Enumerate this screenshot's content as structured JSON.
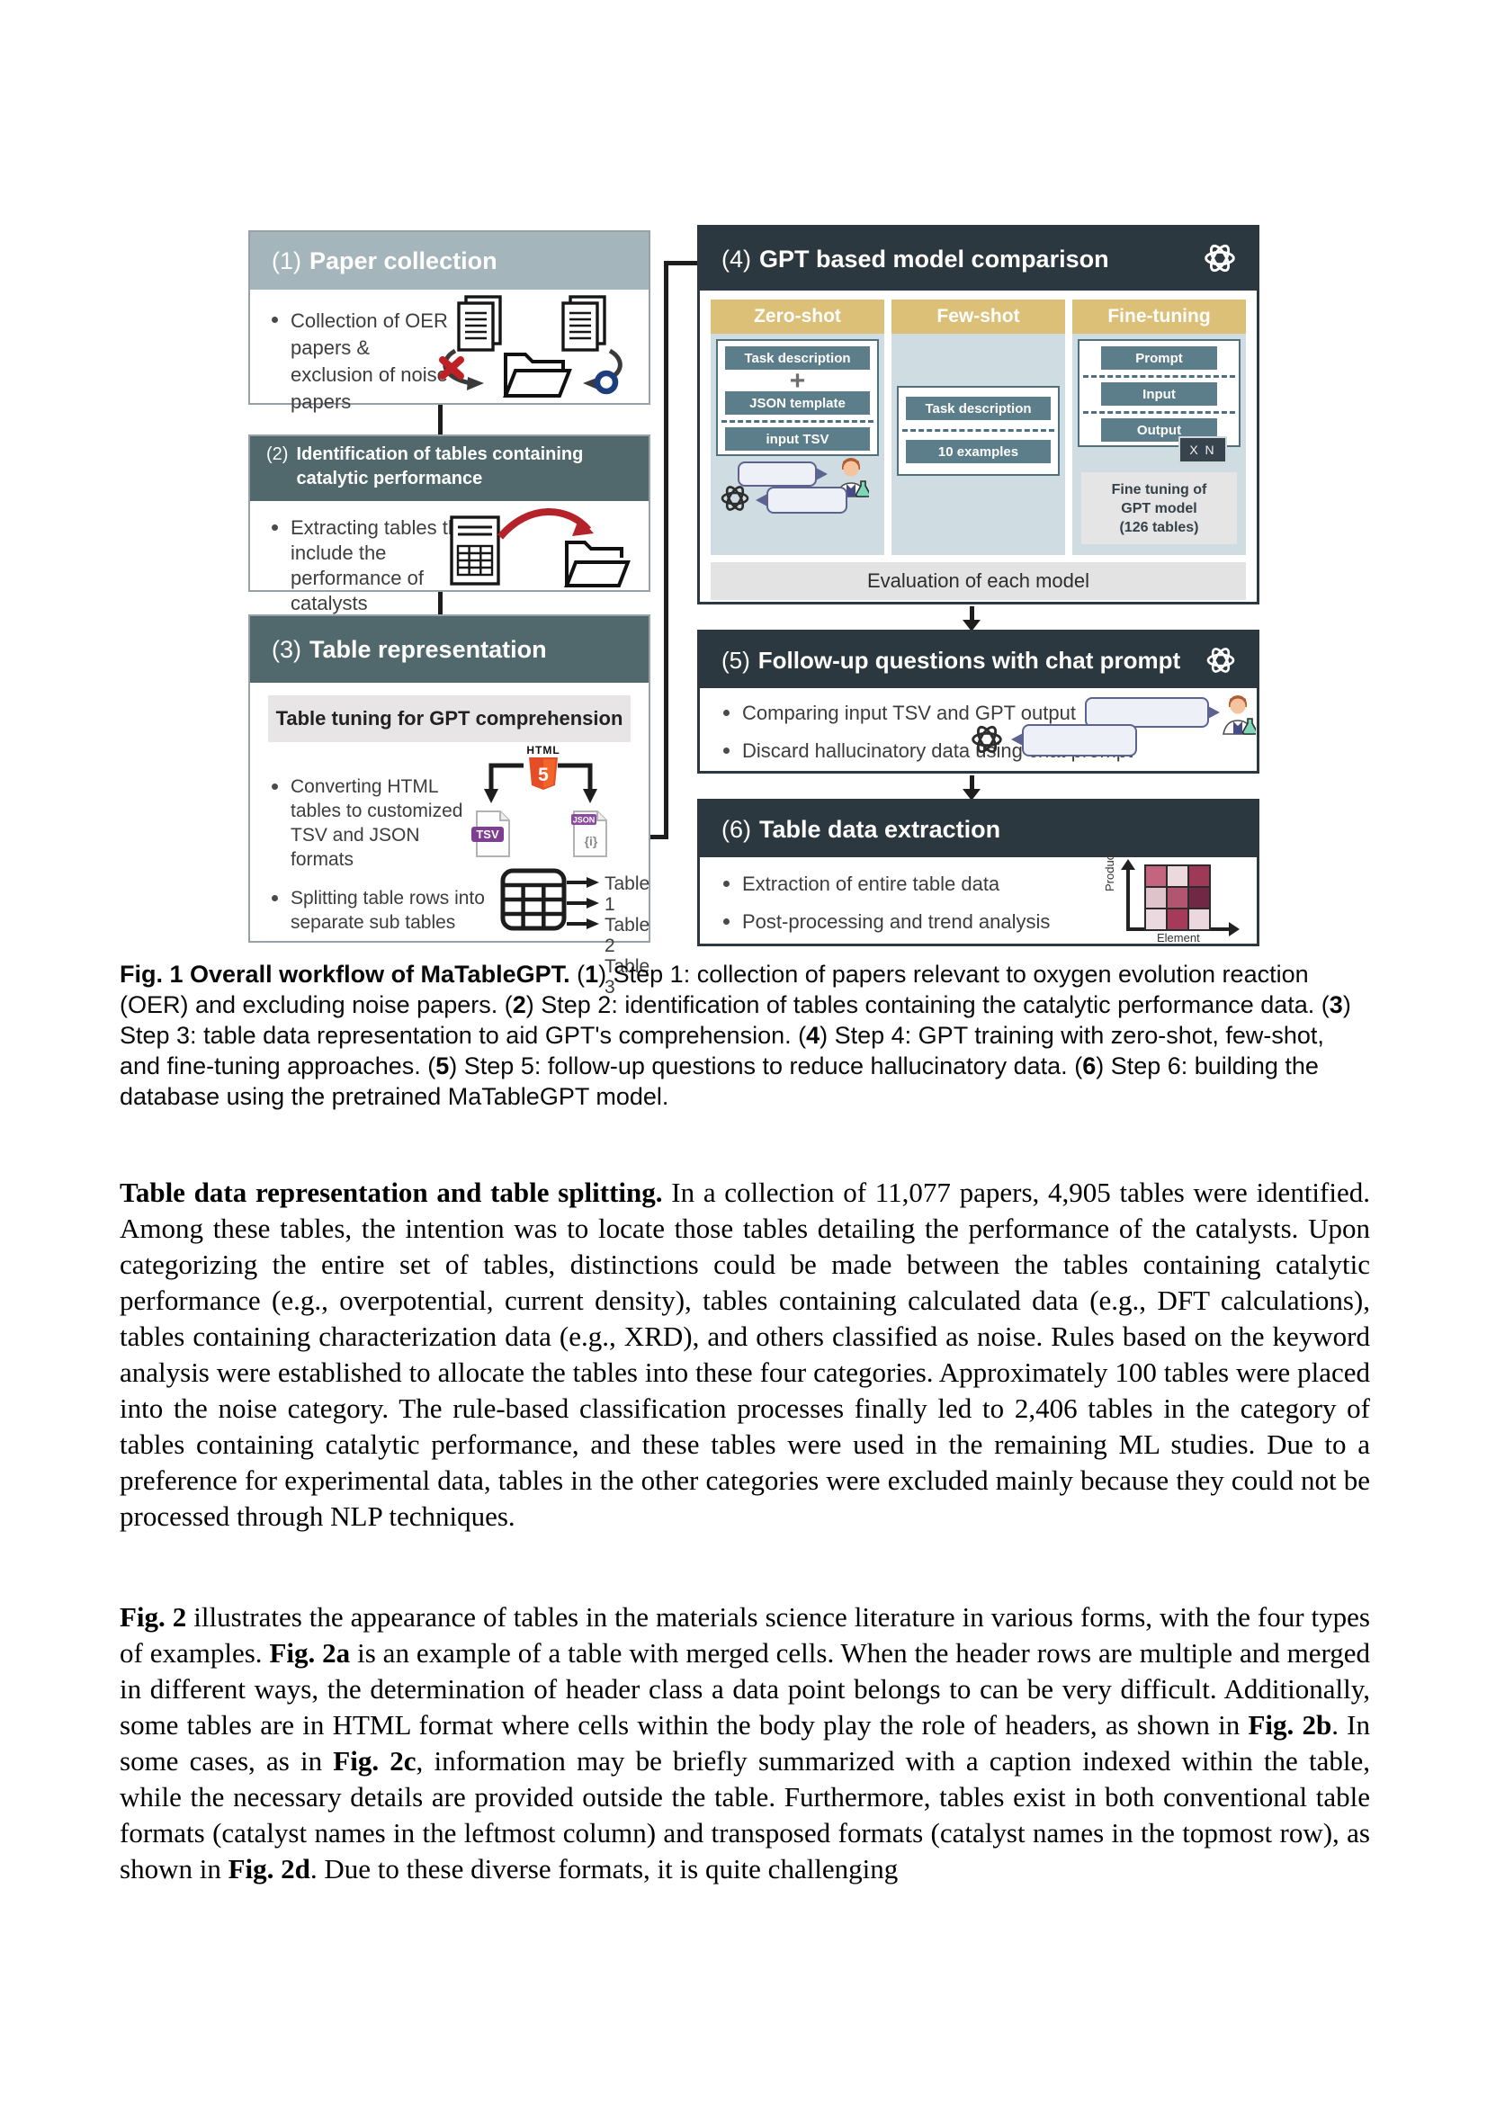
{
  "colors": {
    "panel1_header": "#a4b5bb",
    "panel23_header": "#51696c",
    "dark_header": "#2c383f",
    "gold": "#dcc078",
    "teal_box": "#5c7d8a",
    "light_blue_bg": "#cfdce2",
    "gray_band": "#e7e5e6",
    "red": "#c02329",
    "navy": "#1c3e7c",
    "html_orange": "#e44d26",
    "purple": "#7e3f92"
  },
  "figure": {
    "p1": {
      "num": "(1)",
      "title": "Paper collection",
      "bullet": "Collection of OER papers & exclusion of noise papers"
    },
    "p2": {
      "num": "(2)",
      "title": "Identification of tables containing catalytic performance",
      "bullet": "Extracting tables that include the performance of catalysts"
    },
    "p3": {
      "num": "(3)",
      "title": "Table representation",
      "band": "Table tuning for GPT comprehension",
      "bullet1": "Converting HTML tables to customized TSV and JSON formats",
      "bullet2": "Splitting table rows into separate sub tables",
      "html_label": "HTML",
      "html_5": "5",
      "tsv_label": "TSV",
      "json_tag": "JSON",
      "json_glyph": "{i}",
      "tables": [
        "Table 1",
        "Table 2",
        "Table 3"
      ]
    },
    "p4": {
      "num": "(4)",
      "title": "GPT based model comparison",
      "zero": {
        "header": "Zero-shot",
        "boxes": [
          "Task description",
          "JSON template",
          "input TSV"
        ],
        "plus": "+"
      },
      "few": {
        "header": "Few-shot",
        "boxes": [
          "Task description",
          "10 examples"
        ]
      },
      "fine": {
        "header": "Fine-tuning",
        "boxes": [
          "Prompt",
          "Input",
          "Output"
        ],
        "badge": "X N",
        "note": [
          "Fine tuning of",
          "GPT model",
          "(126 tables)"
        ]
      },
      "footer": "Evaluation of each model"
    },
    "p5": {
      "num": "(5)",
      "title": "Follow-up questions with chat prompt",
      "bullet1": "Comparing input TSV and GPT output",
      "bullet2": "Discard hallucinatory data using chat prompt"
    },
    "p6": {
      "num": "(6)",
      "title": "Table data extraction",
      "bullet1": "Extraction of entire table data",
      "bullet2": "Post-processing and trend analysis",
      "axis_y": "Product",
      "axis_x": "Element",
      "heat_colors": [
        "#c4647f",
        "#ecd9de",
        "#9e3a57",
        "#dfc3cb",
        "#b25571",
        "#702844",
        "#ead9de",
        "#a63a5b",
        "#ecd7de"
      ]
    }
  },
  "caption": {
    "segments": [
      {
        "b": true,
        "t": "Fig. 1 Overall workflow of MaTableGPT."
      },
      {
        "b": false,
        "t": " ("
      },
      {
        "b": true,
        "t": "1"
      },
      {
        "b": false,
        "t": ") Step 1: collection of papers relevant to oxygen evolution reaction (OER) and excluding noise papers. ("
      },
      {
        "b": true,
        "t": "2"
      },
      {
        "b": false,
        "t": ") Step 2: identification of tables containing the catalytic performance data. ("
      },
      {
        "b": true,
        "t": "3"
      },
      {
        "b": false,
        "t": ") Step 3: table data representation to aid GPT's comprehension. ("
      },
      {
        "b": true,
        "t": "4"
      },
      {
        "b": false,
        "t": ") Step 4: GPT training with zero-shot, few-shot, and fine-tuning approaches. ("
      },
      {
        "b": true,
        "t": "5"
      },
      {
        "b": false,
        "t": ") Step 5: follow-up questions to reduce hallucinatory data. ("
      },
      {
        "b": true,
        "t": "6"
      },
      {
        "b": false,
        "t": ") Step 6: building the database using the pretrained MaTableGPT model."
      }
    ]
  },
  "body": {
    "para1": [
      {
        "b": true,
        "t": "Table data representation and table splitting."
      },
      {
        "b": false,
        "t": " In a collection of 11,077 papers, 4,905 tables were identified. Among these tables, the intention was to locate those tables detailing the performance of the catalysts. Upon categorizing the entire set of tables, distinctions could be made between the tables containing catalytic performance (e.g., overpotential, current density), tables containing calculated data (e.g., DFT calculations), tables containing characterization data (e.g., XRD), and others classified as noise. Rules based on the keyword analysis were established to allocate the tables into these four categories. Approximately 100 tables were placed into the noise category. The rule-based classification processes finally led to 2,406 tables in the category of tables containing catalytic performance, and these tables were used in the remaining ML studies. Due to a preference for experimental data, tables in the other categories were excluded mainly because they could not be processed through NLP techniques."
      }
    ],
    "para2": [
      {
        "b": true,
        "t": "Fig. 2"
      },
      {
        "b": false,
        "t": " illustrates the appearance of tables in the materials science literature in various forms, with the four types of examples. "
      },
      {
        "b": true,
        "t": "Fig. 2a"
      },
      {
        "b": false,
        "t": " is an example of a table with merged cells. When the header rows are multiple and merged in different ways, the determination of header class a data point belongs to can be very difficult. Additionally, some tables are in HTML format where cells within the body play the role of headers, as shown in "
      },
      {
        "b": true,
        "t": "Fig. 2b"
      },
      {
        "b": false,
        "t": ". In some cases, as in "
      },
      {
        "b": true,
        "t": "Fig. 2c"
      },
      {
        "b": false,
        "t": ", information may be briefly summarized with a caption indexed within the table, while the necessary details are provided outside the table. Furthermore, tables exist in both conventional table formats (catalyst names in the leftmost column) and transposed formats (catalyst names in the topmost row), as shown in "
      },
      {
        "b": true,
        "t": "Fig. 2d"
      },
      {
        "b": false,
        "t": ". Due to these diverse formats, it is quite challenging"
      }
    ]
  }
}
